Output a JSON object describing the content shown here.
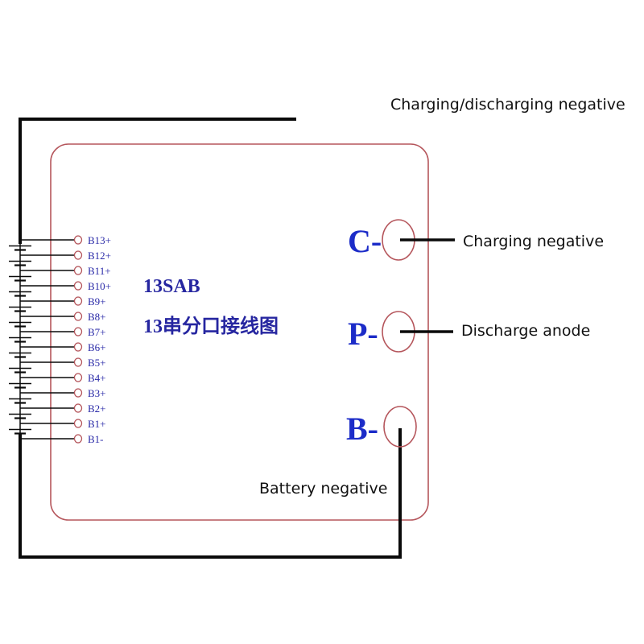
{
  "diagram": {
    "title": "13S BMS wiring diagram",
    "board": {
      "model_label": "13SAB",
      "subtitle_label": "13串分口接线图",
      "outline_color": "#b5565c",
      "text_color": "#2626a0"
    },
    "balance_taps": [
      {
        "label": "B13+"
      },
      {
        "label": "B12+"
      },
      {
        "label": "B11+"
      },
      {
        "label": "B10+"
      },
      {
        "label": "B9+"
      },
      {
        "label": "B8+"
      },
      {
        "label": "B7+"
      },
      {
        "label": "B6+"
      },
      {
        "label": "B5+"
      },
      {
        "label": "B4+"
      },
      {
        "label": "B3+"
      },
      {
        "label": "B2+"
      },
      {
        "label": "B1+"
      },
      {
        "label": "B1-"
      }
    ],
    "battery_cells": 13,
    "terminals": [
      {
        "id": "c",
        "label": "C-",
        "annotation": "Charging negative"
      },
      {
        "id": "p",
        "label": "P-",
        "annotation": "Discharge anode"
      },
      {
        "id": "b",
        "label": "B-",
        "annotation": "Battery negative"
      }
    ],
    "top_wire_annotation": "Charging/discharging negative",
    "colors": {
      "wire": "#0a0a0a",
      "terminal_circle": "#b5565c",
      "terminal_text": "#1c2cc8",
      "annotation_text": "#111111"
    }
  }
}
